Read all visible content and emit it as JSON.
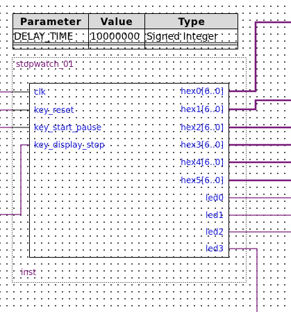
{
  "parameter_table": {
    "headers": [
      "Parameter",
      "Value",
      "Type"
    ],
    "rows": [
      [
        "DELAY_TIME",
        "10000000",
        "Signed Integer"
      ]
    ]
  },
  "block": {
    "name": "stopwatch_01",
    "instance": "inst",
    "inputs": [
      "clk",
      "key_reset",
      "key_start_pause",
      "key_display_stop"
    ],
    "outputs": [
      "hex0[6..0]",
      "hex1[6..0]",
      "hex2[6..0]",
      "hex3[6..0]",
      "hex4[6..0]",
      "hex5[6..0]",
      "led0",
      "led1",
      "led2",
      "led3"
    ]
  },
  "colors": {
    "wire": "#7a1a7a",
    "pin_text": "#1a1ad6",
    "box": "#000000",
    "table_header_bg": "#d9d9d9"
  }
}
